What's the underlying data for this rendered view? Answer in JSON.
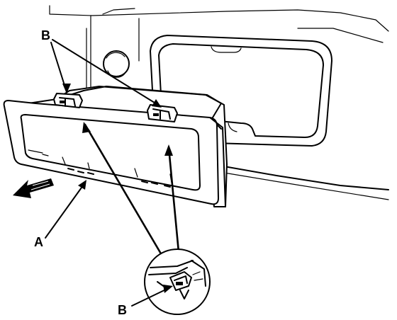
{
  "labels": {
    "clip_top": "B",
    "panel": "A",
    "clip_detail": "B"
  },
  "colors": {
    "line": "#000000",
    "background": "#ffffff"
  },
  "icons": {
    "removal_direction": "removal-direction-arrow-icon",
    "clip": "clip-icon",
    "detail_view": "magnifier-circle-icon"
  }
}
